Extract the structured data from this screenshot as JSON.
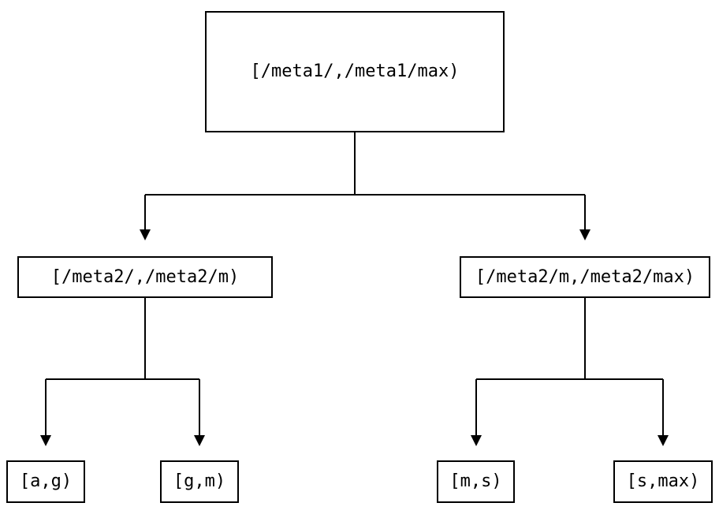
{
  "tree": {
    "label": "[/meta1/,/meta1/max)",
    "children": [
      {
        "label": "[/meta2/,/meta2/m)",
        "children": [
          {
            "label": "[a,g)"
          },
          {
            "label": "[g,m)"
          }
        ]
      },
      {
        "label": "[/meta2/m,/meta2/max)",
        "children": [
          {
            "label": "[m,s)"
          },
          {
            "label": "[s,max)"
          }
        ]
      }
    ]
  },
  "colors": {
    "stroke": "#000000",
    "text": "#000000",
    "background": "#ffffff"
  }
}
